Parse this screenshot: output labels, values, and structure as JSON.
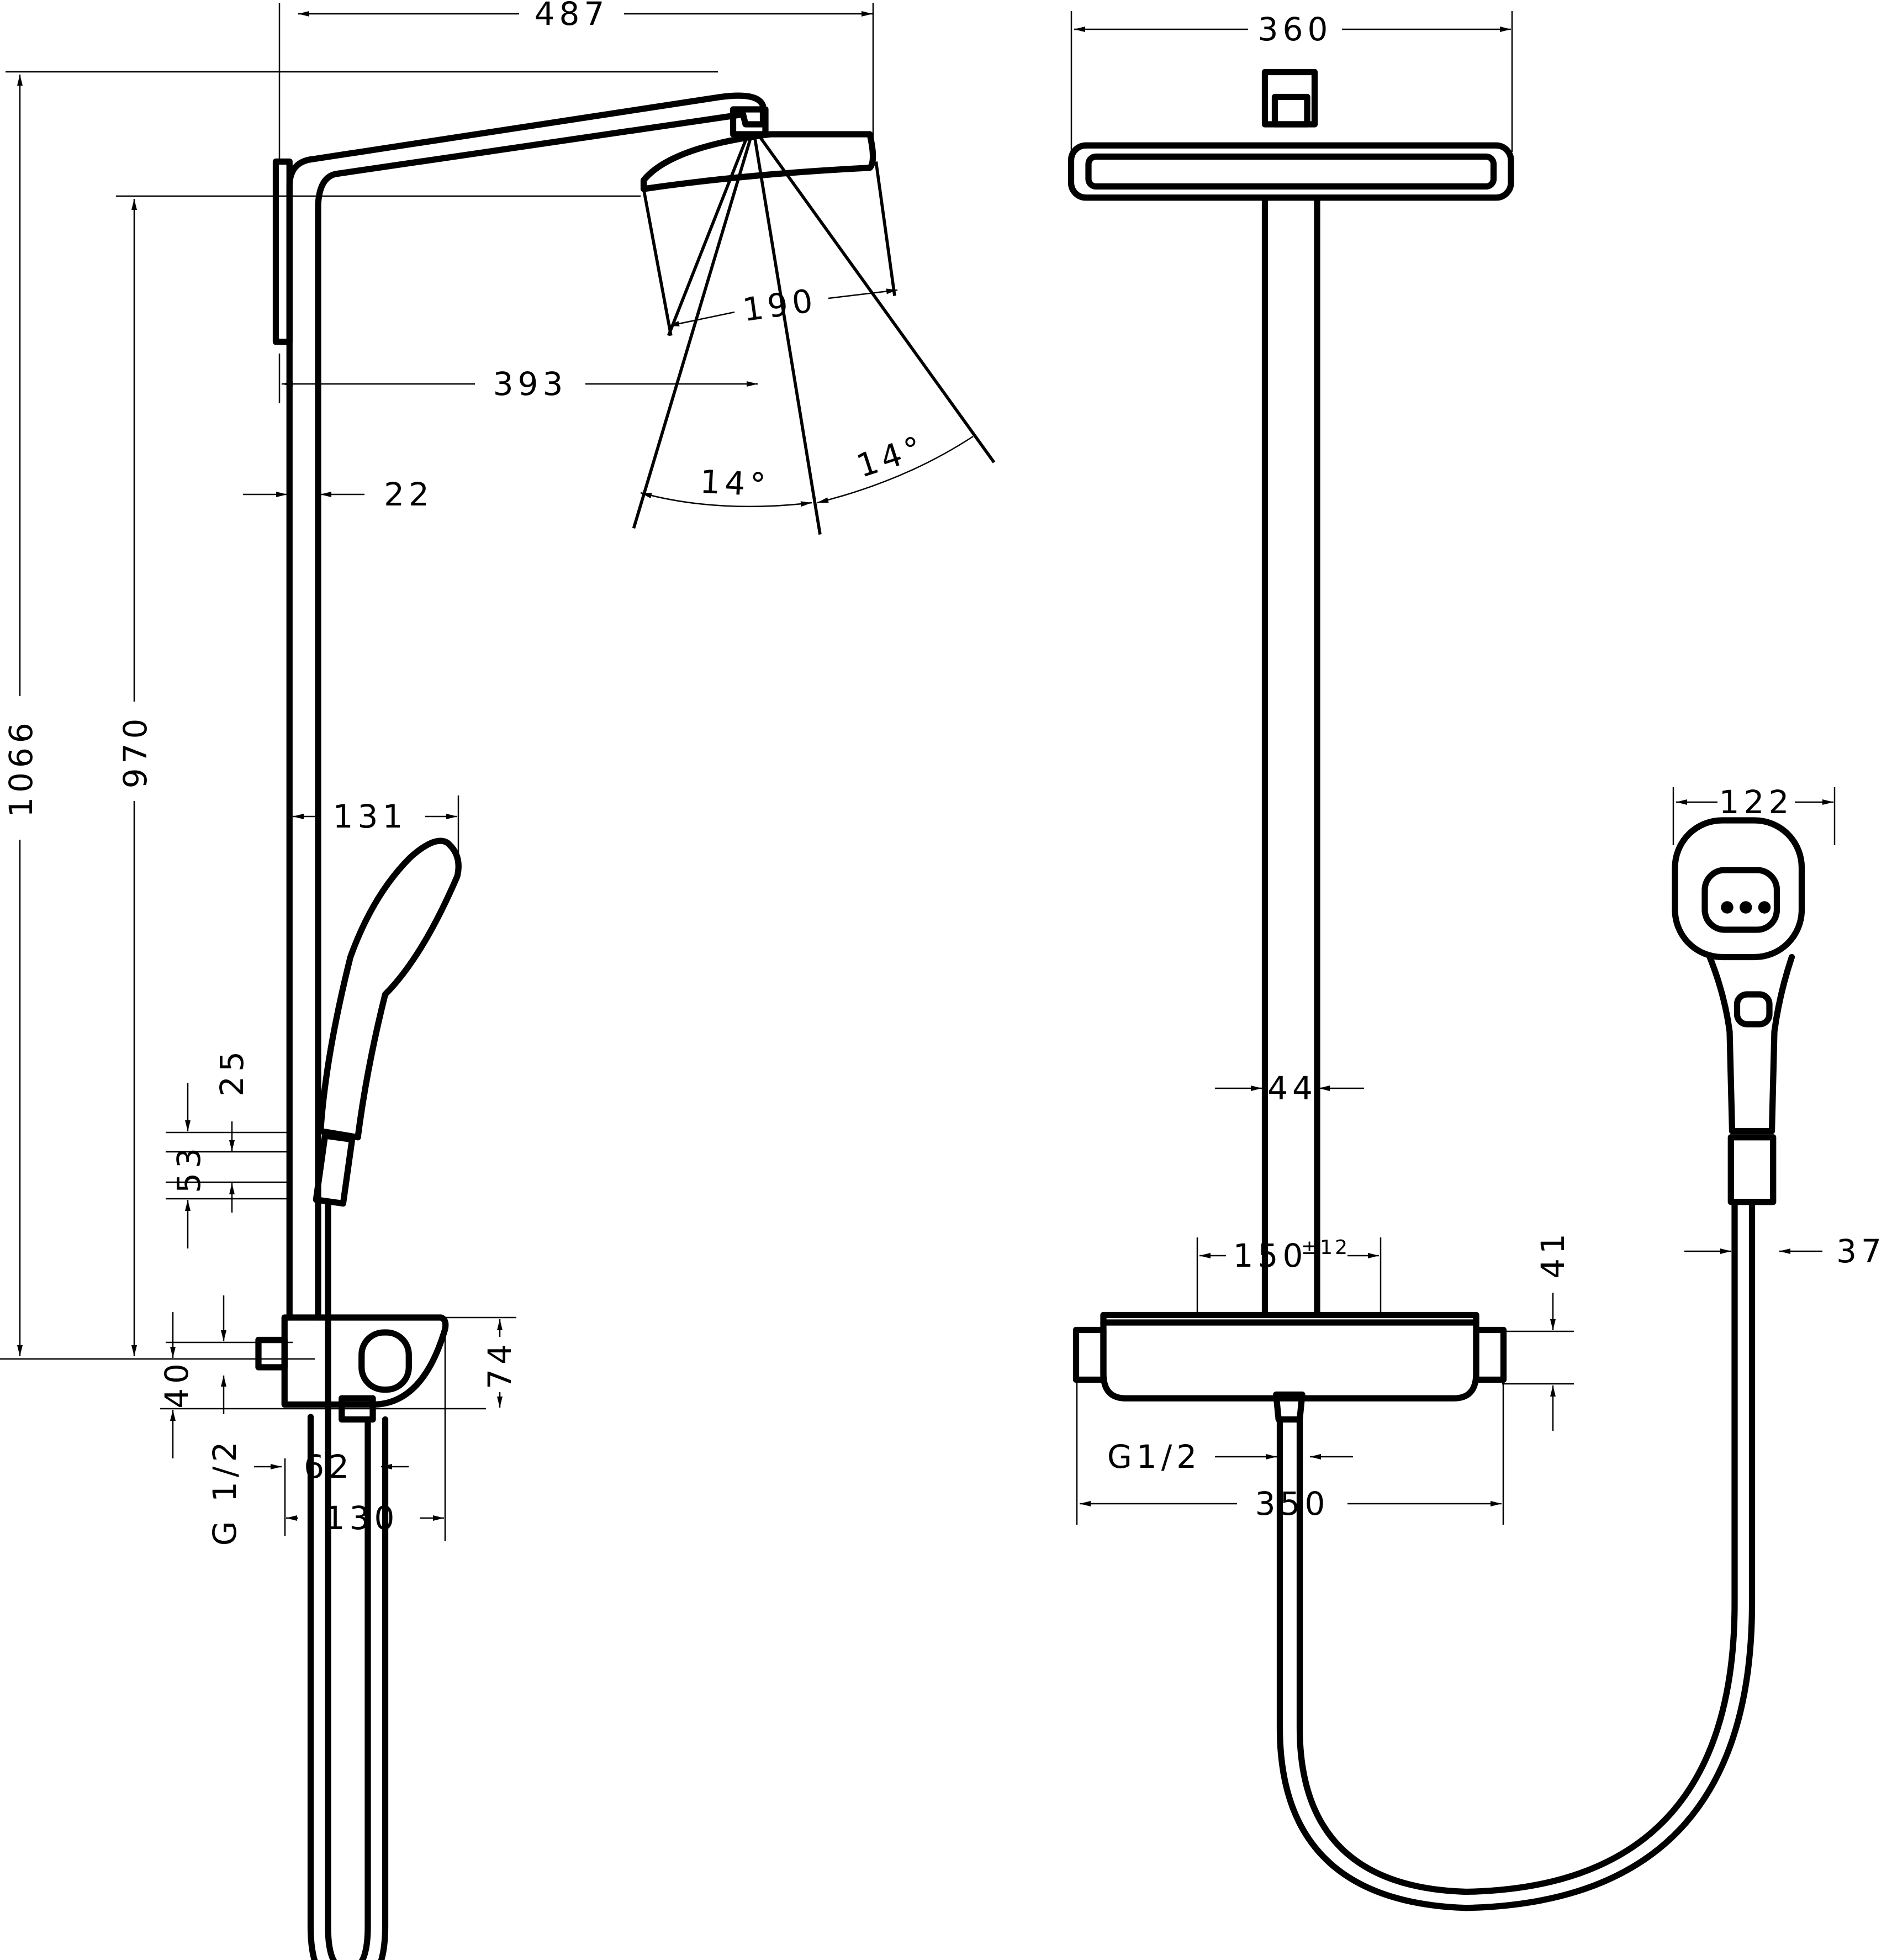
{
  "dimensions": {
    "d487": "487",
    "d360": "360",
    "d1066": "1066",
    "d970": "970",
    "d190": "190",
    "d393": "393",
    "d22": "22",
    "d14a": "14°",
    "d14b": "14°",
    "d131": "131",
    "d25": "25",
    "d53": "53",
    "d40": "40",
    "d74": "74",
    "dG12left": "G 1/2",
    "d62": "62",
    "d130": "130",
    "d122": "122",
    "d44": "44",
    "d150": "150",
    "d150tol": "±12",
    "d41": "41",
    "d37": "37",
    "dG12right": "G1/2",
    "d350": "350"
  }
}
